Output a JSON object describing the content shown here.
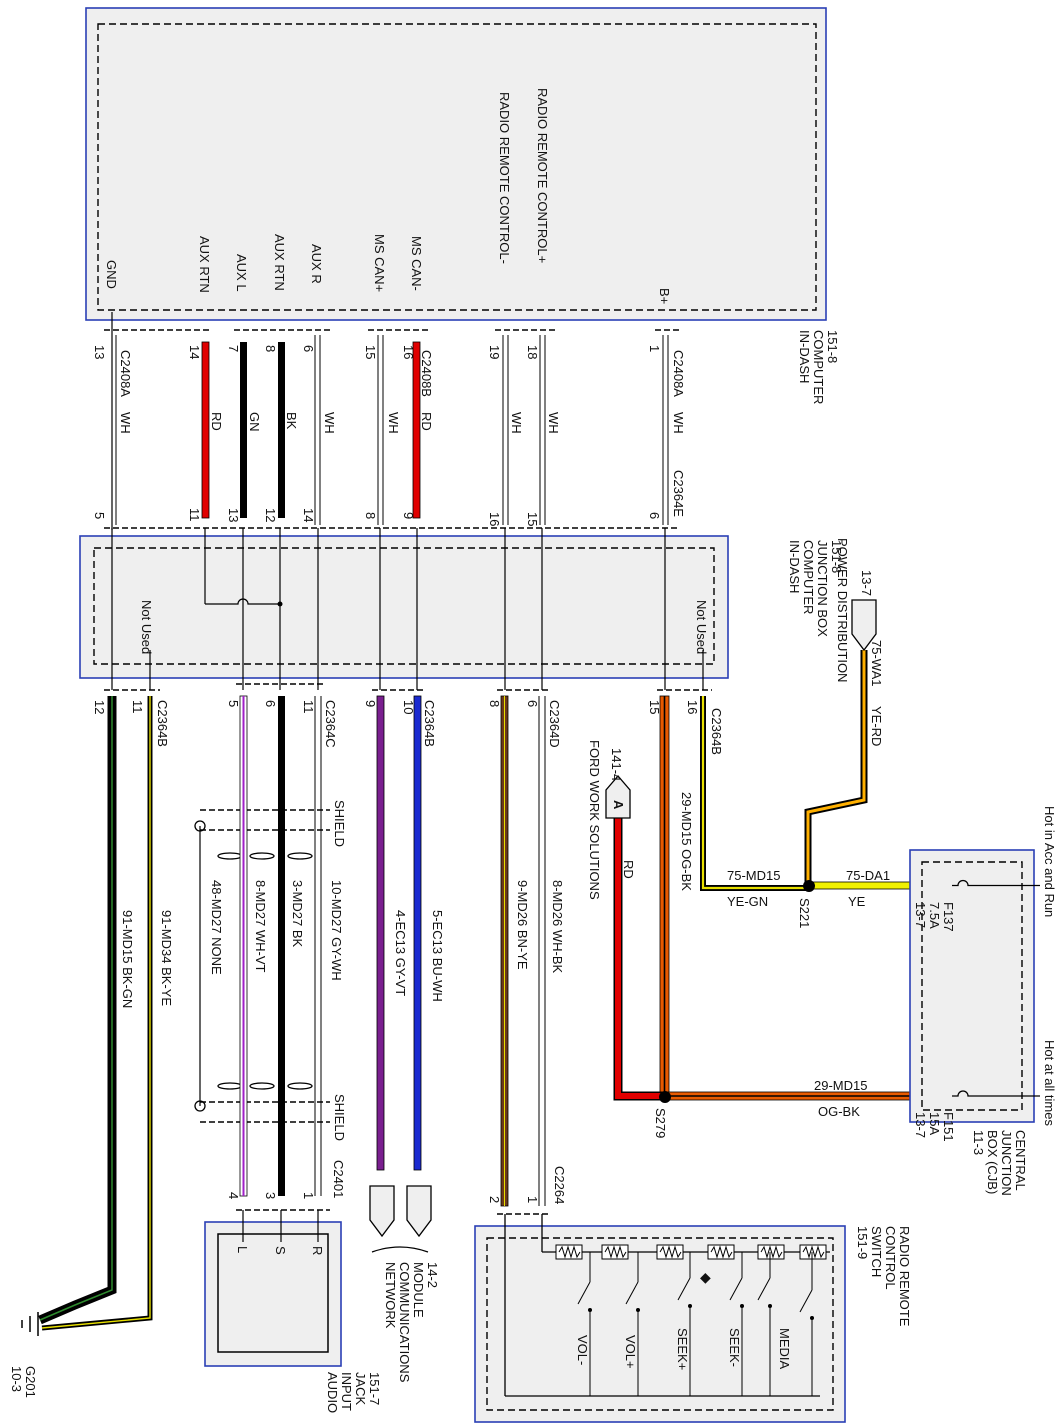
{
  "diagram": {
    "in_dash_computer": {
      "label_lines": [
        "IN-DASH",
        "COMPUTER",
        "151-8"
      ],
      "pins": [
        "GND",
        "AUX RTN",
        "AUX L",
        "AUX RTN",
        "AUX R",
        "MS CAN+",
        "MS CAN-",
        "RADIO REMOTE CONTROL-",
        "RADIO REMOTE CONTROL+",
        "B+"
      ]
    },
    "connector_c2408": {
      "a": "C2408A",
      "b": "C2408B",
      "pin_numbers": [
        "13",
        "14",
        "7",
        "8",
        "6",
        "15",
        "16",
        "19",
        "18",
        "1"
      ],
      "colors": [
        "WH",
        "RD",
        "GN",
        "BK",
        "WH",
        "WH",
        "RD",
        "WH",
        "WH",
        "WH"
      ]
    },
    "connector_c2364e": {
      "label": "C2364E",
      "pin_numbers": [
        "5",
        "11",
        "13",
        "12",
        "14",
        "8",
        "9",
        "16",
        "15",
        "6"
      ]
    },
    "junction_box": {
      "label_lines": [
        "IN-DASH",
        "COMPUTER",
        "JUNCTION BOX",
        "151-8"
      ],
      "not_used_left": "Not Used",
      "not_used_right": "Not Used"
    },
    "lower_connectors": {
      "c2364b_left": "C2364B",
      "c2364b_left_pins": [
        "12",
        "11"
      ],
      "c2364c": "C2364C",
      "c2364c_pins": [
        "5",
        "6",
        "11"
      ],
      "c2364b_mid": "C2364B",
      "c2364b_mid_pins": [
        "9",
        "10"
      ],
      "c2364d": "C2364D",
      "c2364d_pins": [
        "8",
        "6"
      ],
      "c2364b_right": "C2364B",
      "c2364b_right_pins": [
        "15",
        "16"
      ]
    },
    "circuits": {
      "gnd1": "91-MD15  BK-GN",
      "gnd2": "91-MD34  BK-YE",
      "aux_none": "48-MD27  NONE",
      "aux_l": "8-MD27  WH-VT",
      "aux_rtn": "3-MD27  BK",
      "aux_r": "10-MD27  GY-WH",
      "can_plus": "4-EC13   GY-VT",
      "can_minus": "5-EC13   BU-WH",
      "rrc_minus": "9-MD26  BN-YE",
      "rrc_plus": "8-MD26  WH-BK",
      "bplus_og": "29-MD15  OG-BK",
      "ye_gn_num": "75-MD15",
      "ye_gn_col": "YE-GN",
      "ye_rd_num": "75-WA1",
      "ye_rd_col": "YE-RD",
      "da1_num": "75-DA1",
      "da1_col": "YE",
      "md15_num": "29-MD15",
      "md15_col": "OG-BK",
      "rd": "RD"
    },
    "shield": "SHIELD",
    "c2401": {
      "label": "C2401",
      "pins": [
        "4",
        "3",
        "1"
      ]
    },
    "c2264": {
      "label": "C2264",
      "pins": [
        "2",
        "1"
      ]
    },
    "audio_jack": {
      "label_lines": [
        "AUDIO",
        "INPUT",
        "JACK",
        "151-7"
      ],
      "terminals": [
        "L",
        "S",
        "R"
      ]
    },
    "network": {
      "label_lines": [
        "14-2",
        "MODULE",
        "COMMUNICATIONS",
        "NETWORK"
      ]
    },
    "ground": {
      "label_lines": [
        "G201",
        "10-3"
      ]
    },
    "radio_remote_switch": {
      "label_lines": [
        "RADIO REMOTE",
        "CONTROL",
        "SWITCH",
        "151-9"
      ],
      "buttons": [
        "VOL-",
        "VOL+",
        "SEEK+",
        "SEEK-",
        "MEDIA"
      ]
    },
    "power_distribution": {
      "ref": "13-7",
      "label": "POWER DISTRIBUTION"
    },
    "ford_work": {
      "ref": "141-4",
      "label": "FORD WORK SOLUTIONS",
      "letter": "A"
    },
    "splices": {
      "s221": "S221",
      "s279": "S279"
    },
    "cjb": {
      "label_lines": [
        "CENTRAL",
        "JUNCTION",
        "BOX (CJB)",
        "11-3"
      ],
      "hot_top": "Hot in Acc and Run",
      "hot_bottom": "Hot at all times",
      "f137": [
        "F137",
        "7.5A",
        "13-7"
      ],
      "f151": [
        "F151",
        "15A",
        "13-7"
      ]
    }
  }
}
